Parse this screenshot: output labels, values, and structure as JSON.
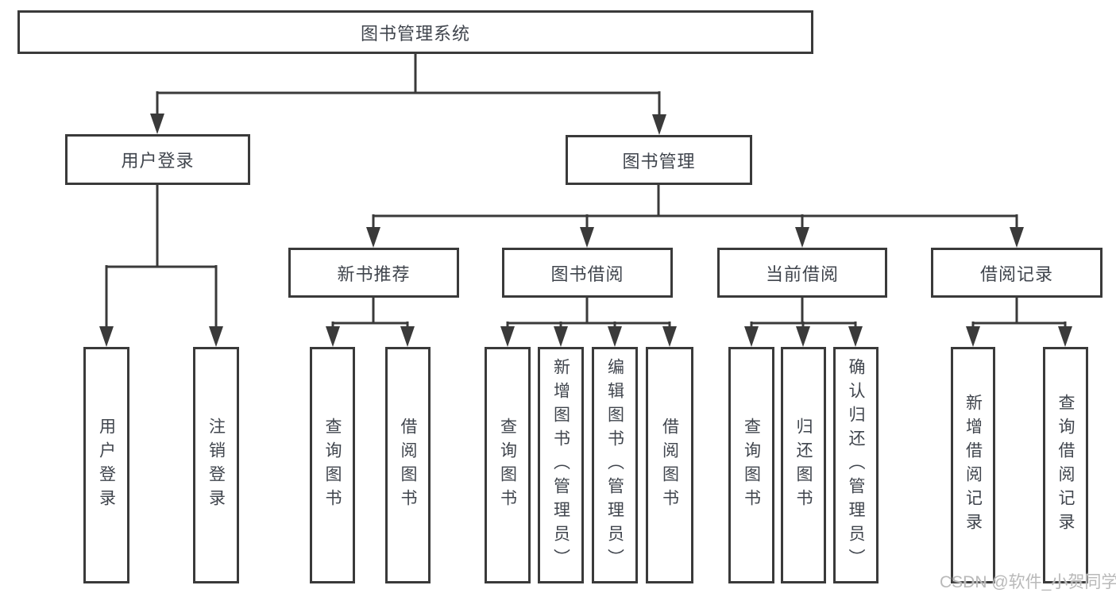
{
  "watermark": {
    "text": "CSDN @软件_小贺同学"
  },
  "diagram": {
    "root": {
      "label": "图书管理系统"
    },
    "user_login": {
      "label": "用户登录",
      "children": {
        "login": {
          "label": "用户登录"
        },
        "logout": {
          "label": "注销登录"
        }
      }
    },
    "book_mgmt": {
      "label": "图书管理",
      "children": {
        "new_book_rec": {
          "label": "新书推荐",
          "children": {
            "query_books": {
              "label": "查询图书"
            },
            "borrow_books": {
              "label": "借阅图书"
            }
          }
        },
        "book_borrow": {
          "label": "图书借阅",
          "children": {
            "query_books": {
              "label": "查询图书"
            },
            "add_books": {
              "label": "新增图书（管理员）"
            },
            "edit_books": {
              "label": "编辑图书（管理员）"
            },
            "borrow_books": {
              "label": "借阅图书"
            }
          }
        },
        "current_borrow": {
          "label": "当前借阅",
          "children": {
            "query_books": {
              "label": "查询图书"
            },
            "return_books": {
              "label": "归还图书"
            },
            "confirm_return": {
              "label": "确认归还（管理员）"
            }
          }
        },
        "borrow_records": {
          "label": "借阅记录",
          "children": {
            "add_record": {
              "label": "新增借阅记录"
            },
            "query_record": {
              "label": "查询借阅记录"
            }
          }
        }
      }
    }
  }
}
